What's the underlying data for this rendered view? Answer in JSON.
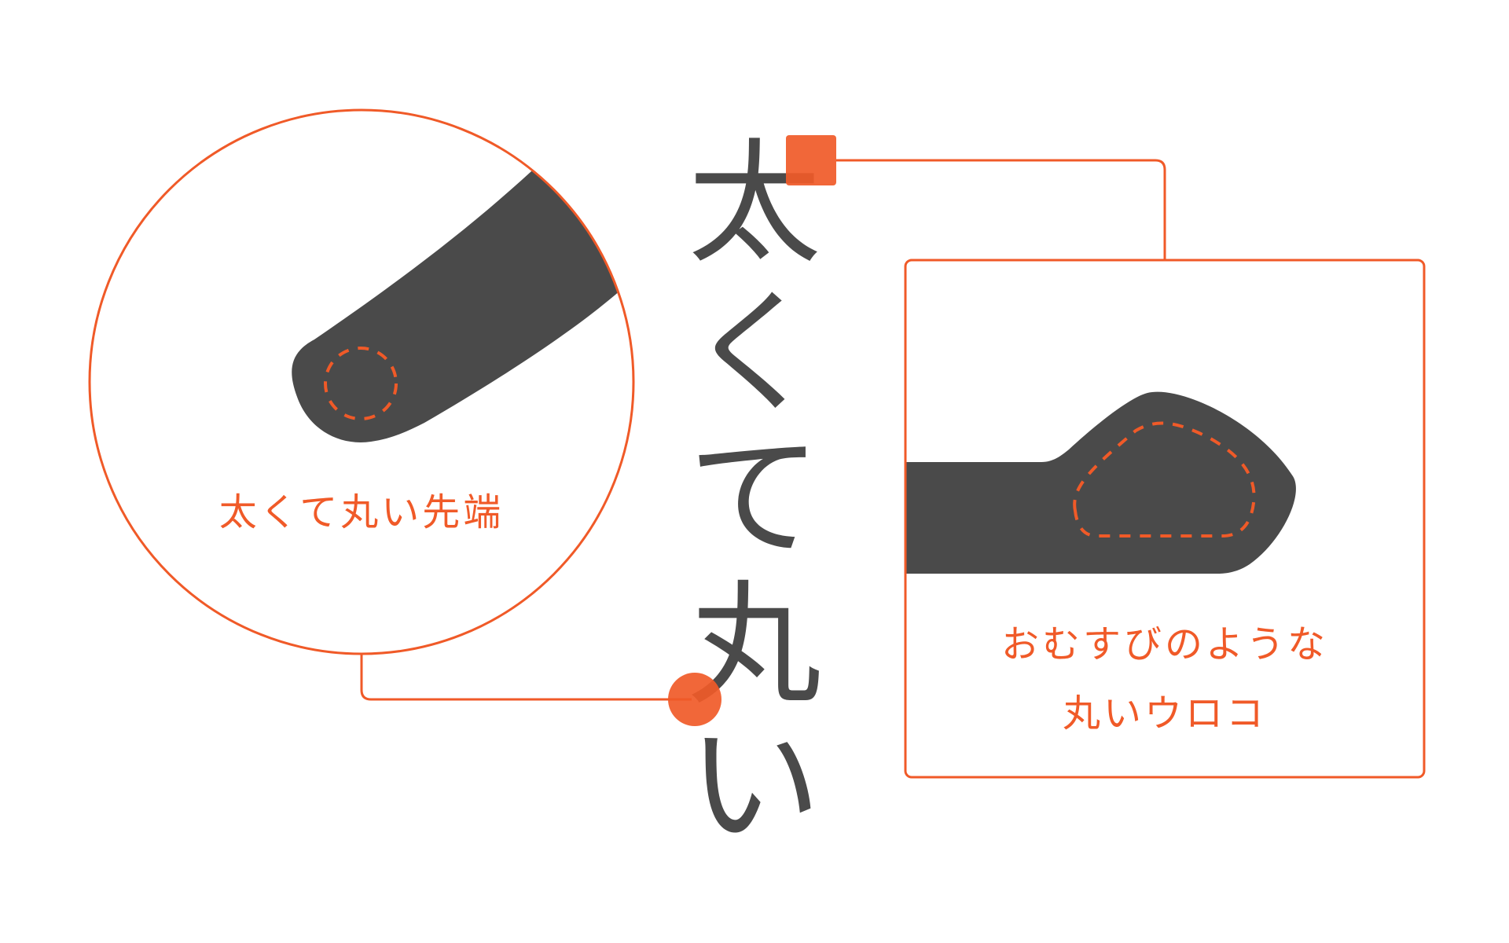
{
  "title": {
    "chars": [
      "太",
      "く",
      "て",
      "丸",
      "い"
    ]
  },
  "left_callout": {
    "caption": "太くて丸い先端"
  },
  "right_callout": {
    "caption_line1": "おむすびのような",
    "caption_line2": "丸いウロコ"
  },
  "colors": {
    "accent": "#f05a28",
    "ink": "#4a4a4a",
    "background": "#ffffff"
  }
}
